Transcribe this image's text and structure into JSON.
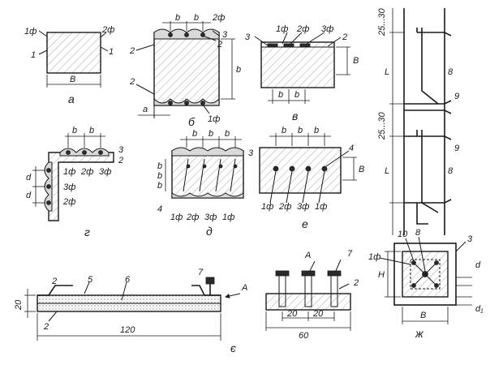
{
  "figure": {
    "caption_a": "а",
    "caption_b": "б",
    "caption_v": "в",
    "caption_g": "г",
    "caption_d": "д",
    "caption_e": "е",
    "caption_ye": "є",
    "caption_zh": "ж",
    "label_A": "А"
  },
  "labels": {
    "f1": "1ф",
    "f2": "2ф",
    "f3": "3ф",
    "n1": "1",
    "n2": "2",
    "n3": "3",
    "n4": "4",
    "n5": "5",
    "n6": "6",
    "n7": "7",
    "n8": "8",
    "n9": "9",
    "n10": "10"
  },
  "dims": {
    "B": "В",
    "b": "b",
    "a": "а",
    "d": "d",
    "d1": "d₁",
    "H": "Н",
    "L": "L",
    "gap": "25...30",
    "v20": "20",
    "v120": "120",
    "v60": "60"
  },
  "colors": {
    "ink": "#1a1a1a",
    "paper": "#ffffff"
  }
}
